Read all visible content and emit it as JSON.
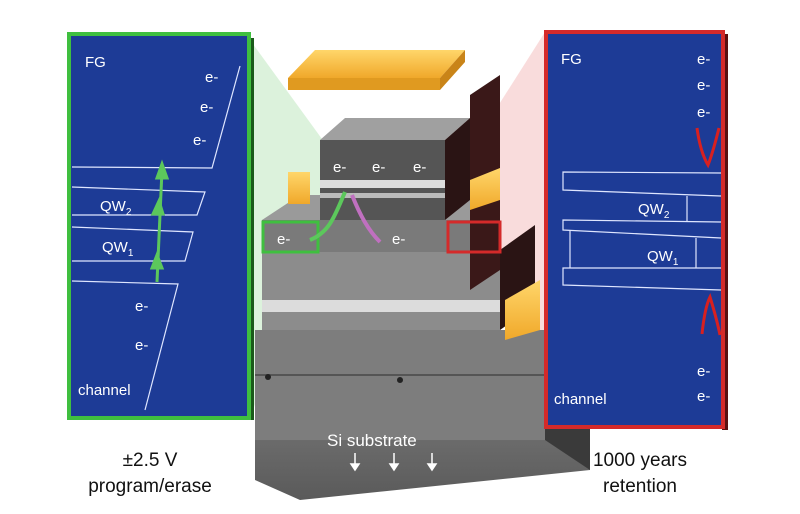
{
  "left_panel": {
    "top_label": "FG",
    "bottom_label": "channel",
    "electrons": [
      "e-",
      "e-",
      "e-",
      "e-",
      "e-"
    ],
    "qw2": {
      "text": "QW",
      "sub": "2"
    },
    "qw1": {
      "text": "QW",
      "sub": "1"
    },
    "border_color": "#3fbf3f"
  },
  "right_panel": {
    "top_label": "FG",
    "bottom_label": "channel",
    "electrons": [
      "e-",
      "e-",
      "e-",
      "e-",
      "e-"
    ],
    "qw2": {
      "text": "QW",
      "sub": "2"
    },
    "qw1": {
      "text": "QW",
      "sub": "1"
    },
    "border_color": "#d42a2a"
  },
  "device": {
    "electrons_top": [
      "e-",
      "e-",
      "e-"
    ],
    "electrons_side": [
      "e-",
      "e-"
    ],
    "substrate_label": "Si substrate"
  },
  "captions": {
    "left_line1": "±2.5 V",
    "left_line2": "program/erase",
    "right_line1": "1000 years",
    "right_line2": "retention"
  },
  "colors": {
    "panel_blue": "#1d3b96",
    "gate_gold": "#f6bd3a",
    "green_arrow": "#5cc85c",
    "red_arrow": "#d82020"
  }
}
